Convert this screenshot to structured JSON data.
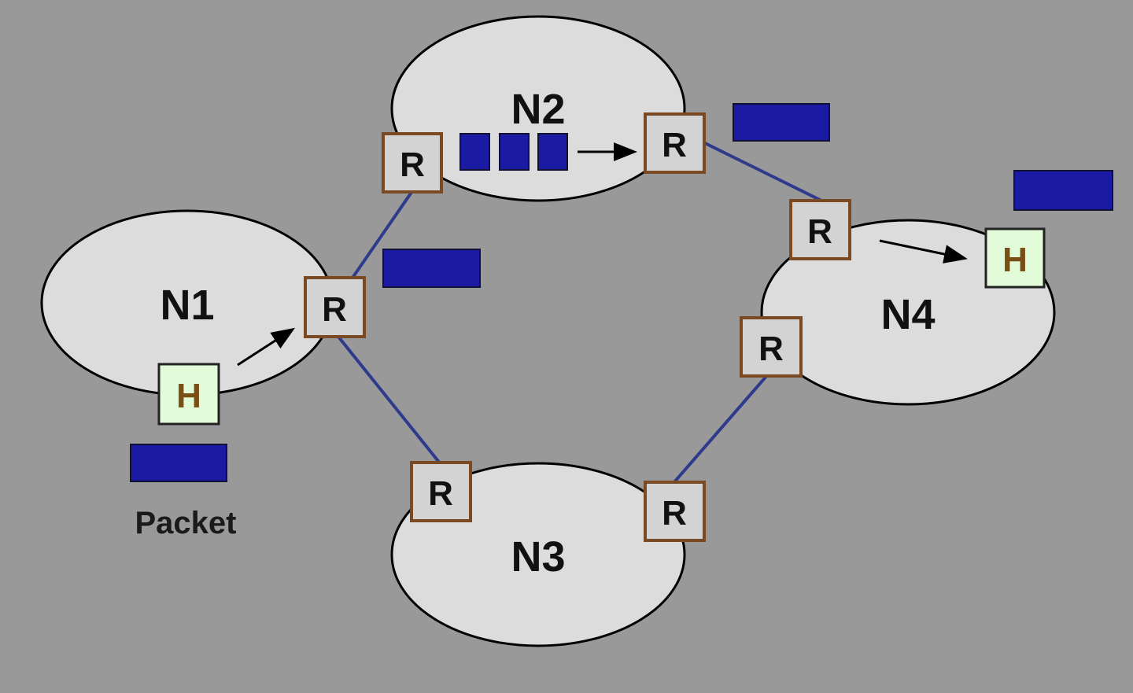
{
  "networks": [
    {
      "id": "n1",
      "label": "N1"
    },
    {
      "id": "n2",
      "label": "N2"
    },
    {
      "id": "n3",
      "label": "N3"
    },
    {
      "id": "n4",
      "label": "N4"
    }
  ],
  "router_label": "R",
  "host_label": "H",
  "packet_caption": "Packet",
  "colors": {
    "background": "#999999",
    "network_fill": "#dcdcdc",
    "router_fill": "#d3d3d3",
    "router_border": "#7a4a24",
    "host_fill": "#e2fbd8",
    "host_text": "#7a4f16",
    "link": "#2e3a8c",
    "packet": "#1a1aa3"
  }
}
